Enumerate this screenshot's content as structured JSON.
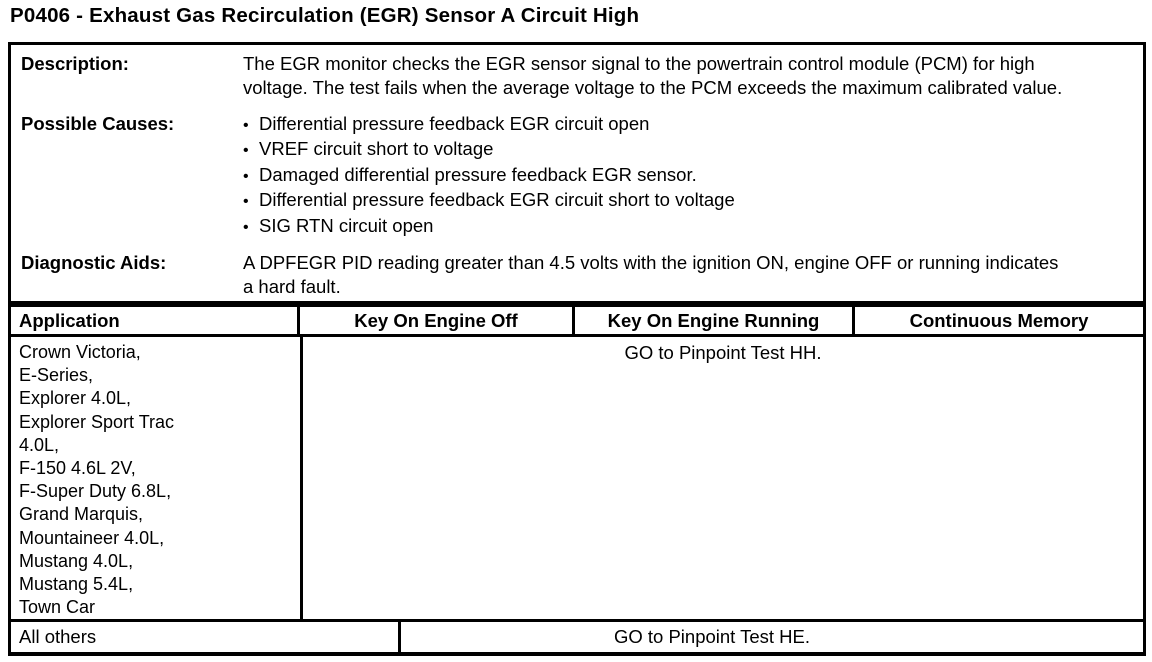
{
  "page": {
    "title": "P0406 - Exhaust Gas Recirculation (EGR) Sensor A Circuit High"
  },
  "info": {
    "description": {
      "label": "Description:",
      "text": "The EGR monitor checks the EGR sensor signal to the powertrain control module (PCM) for high voltage. The test fails when the average voltage to the PCM exceeds the maximum calibrated value."
    },
    "possible_causes": {
      "label": "Possible Causes:",
      "items": [
        "Differential pressure feedback EGR circuit open",
        "VREF circuit short to voltage",
        "Damaged differential pressure feedback EGR sensor.",
        "Differential pressure feedback EGR circuit short to voltage",
        "SIG RTN circuit open"
      ]
    },
    "diagnostic_aids": {
      "label": "Diagnostic Aids:",
      "text": "A DPFEGR PID reading greater than 4.5 volts with the ignition ON, engine OFF or running indicates a hard fault."
    }
  },
  "table": {
    "headers": [
      "Application",
      "Key On Engine Off",
      "Key On Engine Running",
      "Continuous Memory"
    ],
    "rows": [
      {
        "application_lines": [
          "Crown Victoria,",
          "E-Series,",
          "Explorer 4.0L,",
          "Explorer Sport Trac",
          "4.0L,",
          "F-150 4.6L 2V,",
          "F-Super Duty 6.8L,",
          "Grand Marquis,",
          "Mountaineer 4.0L,",
          "Mustang 4.0L,",
          "Mustang 5.4L,",
          "Town Car"
        ],
        "action": "GO to Pinpoint Test HH."
      },
      {
        "application_lines": [
          "All others"
        ],
        "action": "GO to Pinpoint Test HE."
      }
    ]
  },
  "colors": {
    "text": "#000000",
    "background": "#ffffff",
    "border": "#000000"
  }
}
